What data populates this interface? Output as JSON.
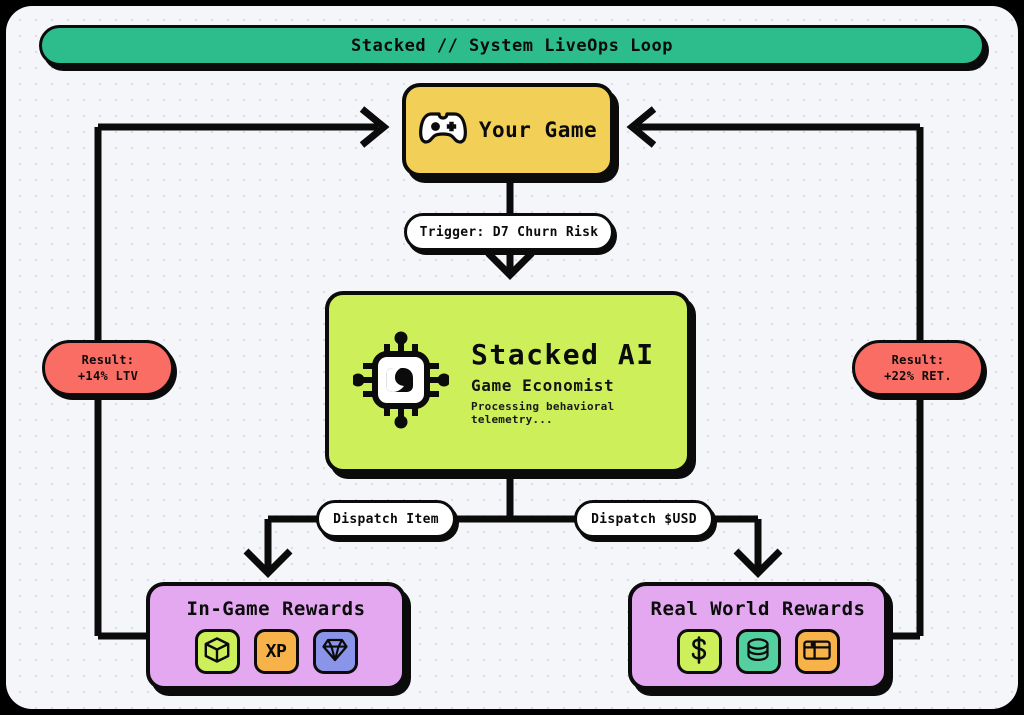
{
  "title_bar": {
    "text": "Stacked // System LiveOps Loop"
  },
  "colors": {
    "page_bg": "#000000",
    "card_bg": "#f4f6fa",
    "title_green": "#2dbd8d",
    "game_yellow": "#f2cf56",
    "ai_lime": "#cdf05a",
    "reward_purple": "#e3a8f0",
    "result_red": "#fa6d64",
    "stroke_black": "#0b0b0b",
    "chip_orange": "#f7b24a",
    "chip_blue": "#8a95ea",
    "chip_teal": "#54cfa0"
  },
  "nodes": {
    "game": {
      "label": "Your Game",
      "icon": "gamepad-icon"
    },
    "ai": {
      "title": "Stacked AI",
      "subtitle": "Game Economist",
      "status": "Processing behavioral telemetry...",
      "icon": "cpu-chip-icon"
    },
    "in_game_rewards": {
      "title": "In-Game Rewards",
      "chips": [
        {
          "icon": "loot-box-icon",
          "label": "",
          "color": "lime"
        },
        {
          "icon": "xp-icon",
          "label": "XP",
          "color": "orange"
        },
        {
          "icon": "gem-icon",
          "label": "",
          "color": "blue"
        }
      ]
    },
    "real_world_rewards": {
      "title": "Real World Rewards",
      "chips": [
        {
          "icon": "dollar-icon",
          "label": "",
          "color": "lime"
        },
        {
          "icon": "coins-icon",
          "label": "",
          "color": "teal"
        },
        {
          "icon": "gift-card-icon",
          "label": "",
          "color": "orange"
        }
      ]
    }
  },
  "edge_labels": {
    "trigger": "Trigger: D7 Churn Risk",
    "dispatch_item": "Dispatch Item",
    "dispatch_usd": "Dispatch $USD"
  },
  "results": {
    "left": {
      "line1": "Result:",
      "line2": "+14% LTV"
    },
    "right": {
      "line1": "Result:",
      "line2": "+22% RET."
    }
  }
}
